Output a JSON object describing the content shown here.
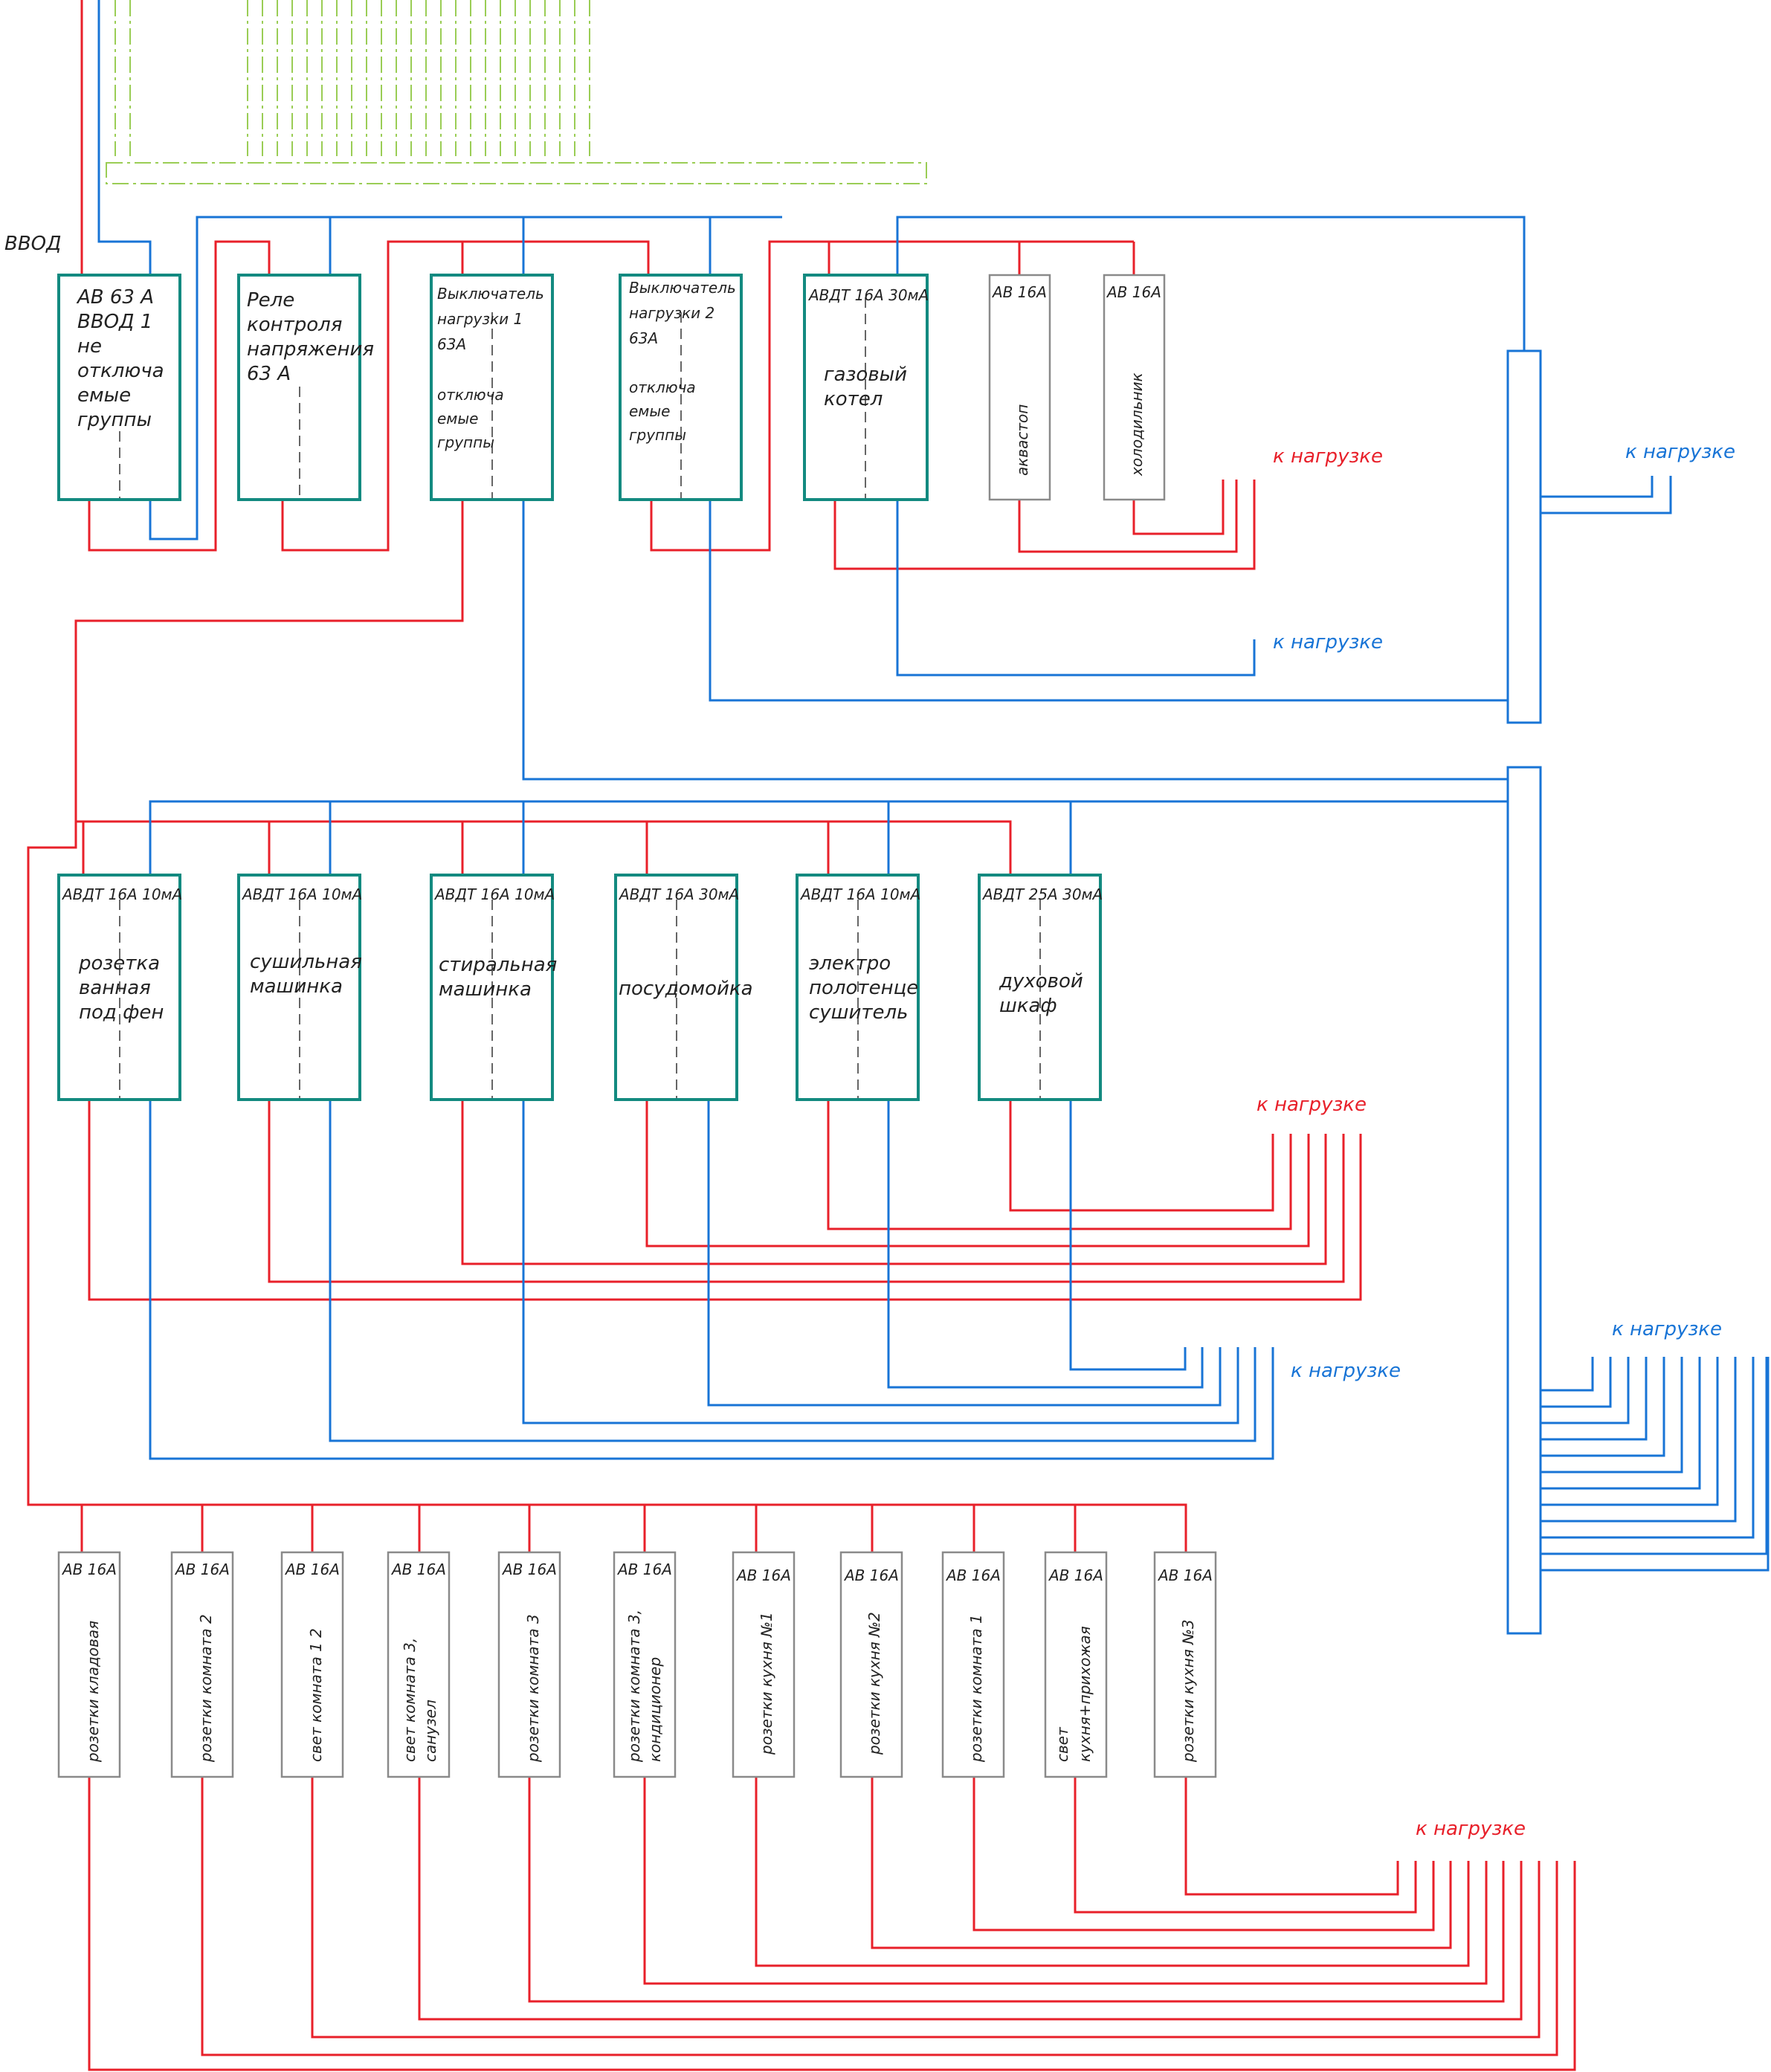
{
  "input_label": "ВВОД",
  "load_label": "к нагрузке",
  "colors": {
    "phase": "#e8202a",
    "neutral": "#1874d6",
    "rcd_box": "#138a80",
    "breaker_box": "#8a8a8a",
    "cabinet": "#9acd55"
  },
  "row1": [
    {
      "lines": [
        "АВ 63 А",
        "ВВОД 1",
        "не",
        "отключа",
        "емые",
        "группы"
      ]
    },
    {
      "lines": [
        "Реле",
        "контроля",
        "напряжения",
        "63 А"
      ]
    },
    {
      "lines": [
        "Выключатель",
        "нагрузки 1",
        "63А",
        "",
        "отключа",
        "емые",
        "группы"
      ]
    },
    {
      "lines": [
        "Выключатель",
        "нагрузки 2",
        "63А",
        "",
        "отключа",
        "емые",
        "группы"
      ]
    },
    {
      "header": "АВДТ 16А 30мА",
      "lines": [
        "газовый",
        "котел"
      ]
    },
    {
      "header": "АВ 16А",
      "vlabel": "аквастоп"
    },
    {
      "header": "АВ 16А",
      "vlabel": "холодильник"
    }
  ],
  "row2": [
    {
      "header": "АВДТ 16А 10мА",
      "lines": [
        "розетка",
        "ванная",
        "под фен"
      ]
    },
    {
      "header": "АВДТ 16А 10мА",
      "lines": [
        "сушильная",
        "машинка"
      ]
    },
    {
      "header": "АВДТ 16А 10мА",
      "lines": [
        "стиральная",
        "машинка"
      ]
    },
    {
      "header": "АВДТ 16А 30мА",
      "lines": [
        "посудомойка"
      ]
    },
    {
      "header": "АВДТ 16А 10мА",
      "lines": [
        "электро",
        "полотенце",
        "сушитель"
      ]
    },
    {
      "header": "АВДТ 25А 30мА",
      "lines": [
        "духовой",
        "шкаф"
      ]
    }
  ],
  "row3": [
    {
      "header": "АВ 16А",
      "vlines": [
        "розетки кладовая"
      ]
    },
    {
      "header": "АВ 16А",
      "vlines": [
        "розетки комната 2"
      ]
    },
    {
      "header": "АВ 16А",
      "vlines": [
        "свет комната 1 2"
      ]
    },
    {
      "header": "АВ 16А",
      "vlines": [
        "свет комната 3,",
        "санузел"
      ]
    },
    {
      "header": "АВ 16А",
      "vlines": [
        "розетки комната 3"
      ]
    },
    {
      "header": "АВ 16А",
      "vlines": [
        "розетки комната 3,",
        "кондиционер"
      ]
    },
    {
      "header": "АВ 16А",
      "vlines": [
        "розетки кухня №1"
      ]
    },
    {
      "header": "АВ 16А",
      "vlines": [
        "розетки кухня №2"
      ]
    },
    {
      "header": "АВ 16А",
      "vlines": [
        "розетки комната 1"
      ]
    },
    {
      "header": "АВ 16А",
      "vlines": [
        "свет",
        "кухня+прихожая"
      ]
    },
    {
      "header": "АВ 16А",
      "vlines": [
        "розетки кухня №3"
      ]
    }
  ]
}
